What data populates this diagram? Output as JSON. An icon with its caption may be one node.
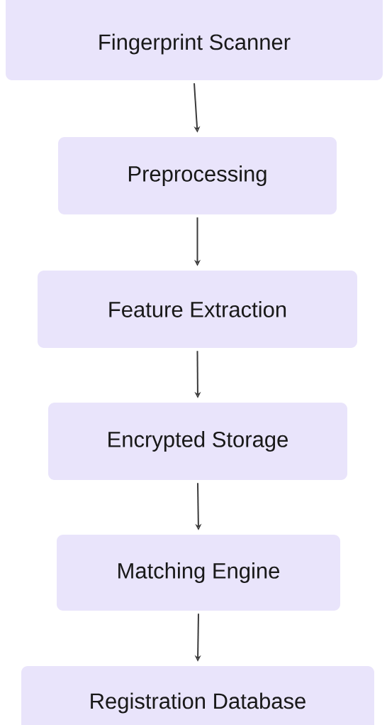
{
  "diagram": {
    "nodes": [
      {
        "text": [
          "Fingerprint Scanner"
        ]
      },
      {
        "text": [
          "Preprocessing"
        ]
      },
      {
        "text": [
          "Feature Extraction"
        ]
      },
      {
        "text": [
          "Encrypted Storage"
        ]
      },
      {
        "text": [
          "Matching Engine"
        ]
      },
      {
        "text": [
          "Registration Database"
        ]
      }
    ],
    "edges": [
      {
        "from": 0,
        "to": 1,
        "arrow": "to"
      },
      {
        "from": 1,
        "to": 2,
        "arrow": "to"
      },
      {
        "from": 2,
        "to": 3,
        "arrow": "to"
      },
      {
        "from": 3,
        "to": 4,
        "arrow": "to"
      },
      {
        "from": 4,
        "to": 5,
        "arrow": "to"
      }
    ]
  }
}
